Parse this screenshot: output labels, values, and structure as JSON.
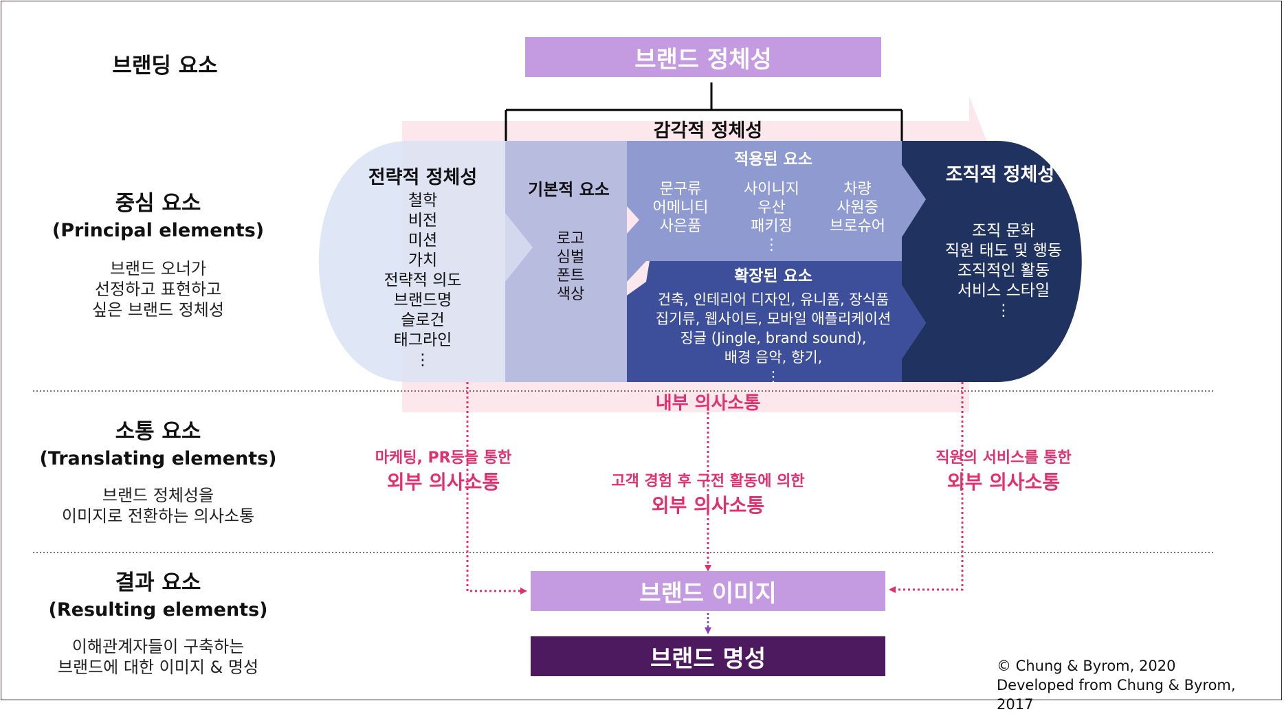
{
  "left_column": {
    "branding": {
      "title": "브랜딩 요소"
    },
    "principal": {
      "title": "중심 요소",
      "title_en": "(Principal elements)",
      "desc": [
        "브랜드 오너가",
        "선정하고 표현하고",
        "싶은 브랜드 정체성"
      ]
    },
    "translating": {
      "title": "소통 요소",
      "title_en": "(Translating elements)",
      "desc": [
        "브랜드 정체성을",
        "이미지로 전환하는 의사소통"
      ]
    },
    "resulting": {
      "title": "결과 요소",
      "title_en": "(Resulting elements)",
      "desc": [
        "이해관계자들이 구축하는",
        "브랜드에 대한 이미지 & 명성"
      ]
    }
  },
  "top_box": {
    "label": "브랜드 정체성"
  },
  "sensory_label": "감각적 정체성",
  "strategic": {
    "title": "전략적 정체성",
    "items": [
      "철학",
      "비전",
      "미션",
      "가치",
      "전략적 의도",
      "브랜드명",
      "슬로건",
      "태그라인",
      "⋮"
    ]
  },
  "basic": {
    "title": "기본적 요소",
    "items": [
      "로고",
      "심벌",
      "폰트",
      "색상"
    ]
  },
  "applied": {
    "title": "적용된 요소",
    "col1": [
      "문구류",
      "어메니티",
      "사은품"
    ],
    "col2": [
      "사이니지",
      "우산",
      "패키징",
      "⋮"
    ],
    "col3": [
      "차량",
      "사원증",
      "브로슈어"
    ]
  },
  "extended": {
    "title": "확장된 요소",
    "items": [
      "건축, 인테리어 디자인, 유니폼, 장식품",
      "집기류, 웹사이트, 모바일 애플리케이션",
      "징글 (Jingle, brand sound),",
      "배경 음악, 향기,",
      "⋮"
    ]
  },
  "organizational": {
    "title": "조직적 정체성",
    "items": [
      "조직 문화",
      "직원 태도 및 행동",
      "조직적인 활동",
      "서비스 스타일",
      "⋮"
    ]
  },
  "internal_comm": "내부 의사소통",
  "external": {
    "left": {
      "line1": "마케팅, PR등을 통한",
      "line2": "외부 의사소통"
    },
    "center": {
      "line1": "고객 경험 후 구전 활동에 의한",
      "line2": "외부 의사소통"
    },
    "right": {
      "line1": "직원의 서비스를 통한",
      "line2": "외부 의사소통"
    }
  },
  "brand_image": {
    "label": "브랜드 이미지"
  },
  "brand_reputation": {
    "label": "브랜드 명성"
  },
  "credit": [
    "© Chung & Byrom, 2020",
    "Developed from Chung & Byrom, 2017"
  ],
  "colors": {
    "identity_box": "#c49ae0",
    "strategic_fill": "#d9e2f3",
    "basic_fill": "#b4b9de",
    "applied_fill": "#8e9ad0",
    "extended_fill": "#3d4f9a",
    "organizational_fill": "#1f3260",
    "pink_band": "#fbe4ea",
    "magenta": "#e0306e",
    "image_box": "#c49ae0",
    "reputation_box": "#4d1a5f"
  }
}
